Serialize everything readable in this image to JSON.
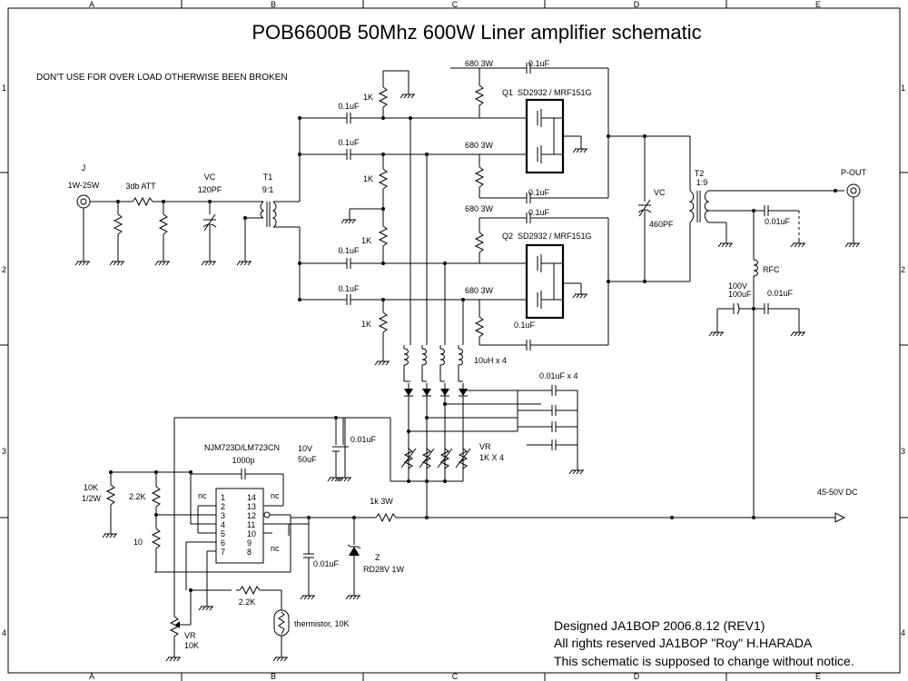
{
  "title": "POB6600B 50Mhz 600W Liner amplifier schematic",
  "warning": "DON'T USE FOR OVER LOAD OTHERWISE BEEN BROKEN",
  "border": {
    "columns": [
      "A",
      "B",
      "C",
      "D",
      "E"
    ],
    "rows": [
      "1",
      "2",
      "3",
      "4"
    ]
  },
  "input": {
    "ref": "J",
    "power": "1W-25W",
    "att": "3db ATT"
  },
  "vc1": {
    "ref": "VC",
    "value": "120PF"
  },
  "t1": {
    "ref": "T1",
    "ratio": "9:1"
  },
  "q1": {
    "ref": "Q1",
    "part": "SD2932 / MRF151G"
  },
  "q2": {
    "ref": "Q2",
    "part": "SD2932 / MRF151G"
  },
  "labels": {
    "r680": "680 3W",
    "c01u": "0.1uF",
    "r1k": "1K",
    "c001u": "0.01uF",
    "ind": "10uH x 4",
    "caps4": "0.01uF x 4",
    "vr4_ref": "VR",
    "vr4_val": "1K X 4",
    "cap10v": "10V",
    "cap50u": "50uF",
    "cap_0p01": "0.01uF"
  },
  "vc2": {
    "ref": "VC",
    "value": "460PF"
  },
  "t2": {
    "ref": "T2",
    "ratio": "1:9"
  },
  "output": {
    "ref": "P-OUT"
  },
  "rfc": {
    "ref": "RFC"
  },
  "c100": {
    "v": "100V",
    "c": "100uF"
  },
  "supply": "45-50V DC",
  "regulator": {
    "part": "NJM723D/LM723CN",
    "cap": "1000p",
    "nc": "nc",
    "pins_left": [
      "1",
      "2",
      "3",
      "4",
      "5",
      "6",
      "7"
    ],
    "pins_right": [
      "14",
      "13",
      "12",
      "11",
      "10",
      "9",
      "8"
    ]
  },
  "bias": {
    "r10k": "10K",
    "r10k_w": "1/2W",
    "r22k": "2.2K",
    "r10": "10",
    "r22k_b": "2.2K",
    "vr": "VR",
    "vr_val": "10K",
    "thermistor": "thermistor, 10K",
    "r1k3w": "1k 3W",
    "c001": "0.01uF",
    "zener": "Z",
    "zener_val": "RD28V 1W"
  },
  "footer": {
    "line1": "Designed JA1BOP 2006.8.12  (REV1)",
    "line2": "All rights reserved JA1BOP \"Roy\"  H.HARADA",
    "line3": "This schematic is supposed to change without notice."
  }
}
